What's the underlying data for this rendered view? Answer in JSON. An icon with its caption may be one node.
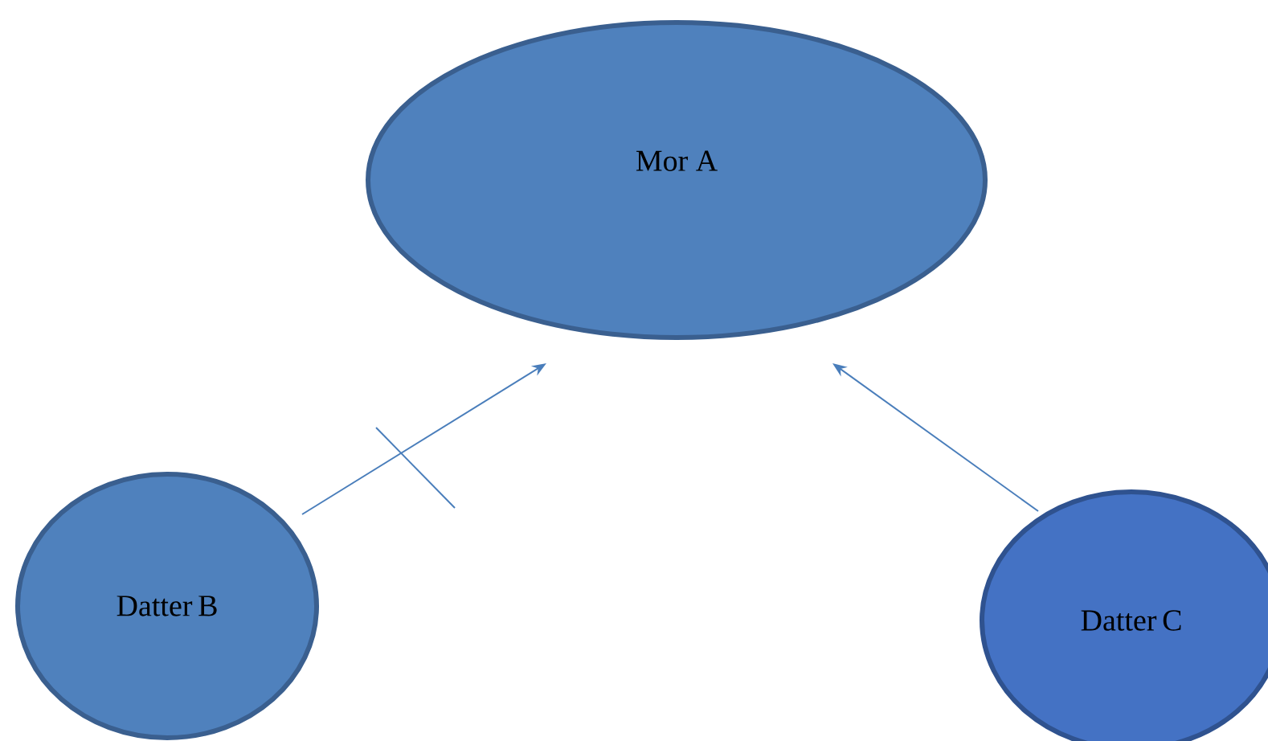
{
  "diagram": {
    "nodes": [
      {
        "text": [
          "Mor A"
        ]
      },
      {
        "text": [
          "Datter B"
        ]
      },
      {
        "text": [
          "Datter C"
        ]
      }
    ],
    "edges": [
      {
        "from": 1,
        "to": 0,
        "arrow": "to"
      },
      {
        "from": 2,
        "to": 0,
        "arrow": "to"
      }
    ]
  }
}
